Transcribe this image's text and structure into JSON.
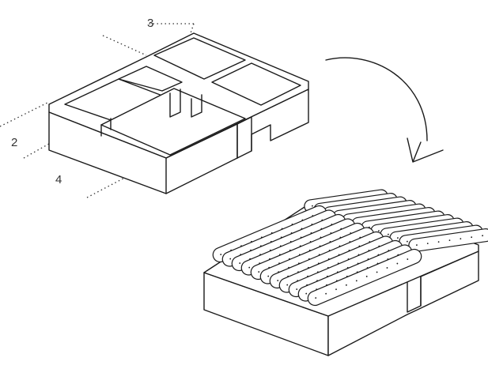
{
  "labels": {
    "top": "3",
    "left": "2",
    "bottom": "4"
  },
  "colors": {
    "ink": "#1a1a1a",
    "paper": "#ffffff"
  },
  "icons": {
    "arrow": "curved-arrow-icon"
  }
}
